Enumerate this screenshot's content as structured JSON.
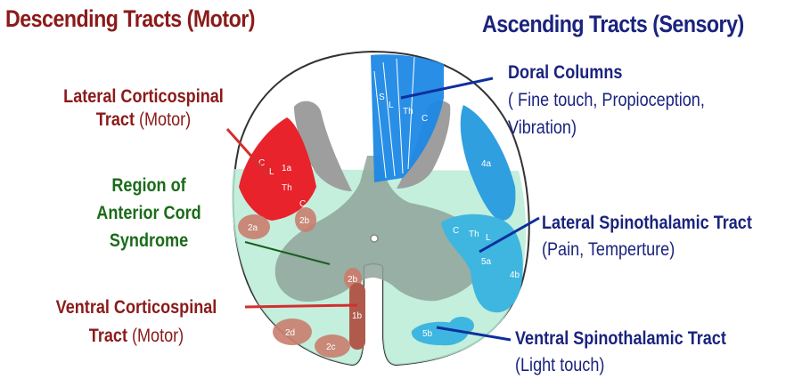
{
  "headers": {
    "descending": "Descending Tracts (Motor)",
    "ascending": "Ascending Tracts (Sensory)"
  },
  "labels": {
    "lateral_corticospinal": {
      "line1": "Lateral Corticospinal",
      "line2_bold": "Tract",
      "line2_rest": "(Motor)"
    },
    "anterior_cord": {
      "line1": "Region of",
      "line2": "Anterior Cord",
      "line3": "Syndrome"
    },
    "ventral_corticospinal": {
      "line1": "Ventral Corticospinal",
      "line2_bold": "Tract",
      "line2_rest": "(Motor)"
    },
    "dorsal_columns": {
      "line1": "Doral Columns",
      "line2_a": "( Fine",
      "line2_b": "touch, Propioception,",
      "line3": "Vibration)"
    },
    "lateral_spinothalamic": {
      "line1": "Lateral Spinothalamic Tract",
      "line2": "(Pain, Temperture)"
    },
    "ventral_spinothalamic": {
      "line1": "Ventral Spinothalamic Tract",
      "line2": "(Light touch)"
    }
  },
  "tract_letters": {
    "dorsal": [
      "S",
      "L",
      "Th",
      "C"
    ],
    "lateral_cst": [
      "C",
      "L",
      "1a",
      "Th",
      "C"
    ],
    "lateral_st": [
      "C",
      "Th",
      "L"
    ],
    "regions": [
      "2a",
      "2b",
      "2b",
      "1b",
      "2d",
      "2c",
      "4a",
      "4b",
      "5a",
      "5b"
    ]
  },
  "colors": {
    "descending": "#8b1a1a",
    "ascending": "#1a237e",
    "anterior_cord": "#1a6b1a",
    "motor_tract": "#e8232b",
    "sensory_tract": "#1e88e5",
    "spinothalamic": "#3fb6e0",
    "anterior_region": "#b8ecd6",
    "gray_matter": "#9aa79f"
  }
}
